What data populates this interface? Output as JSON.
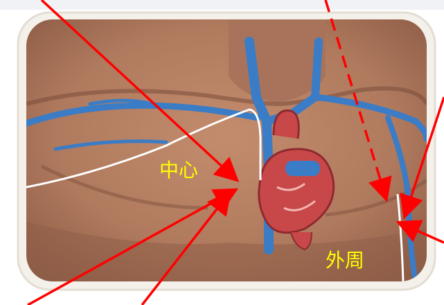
{
  "labels": {
    "center": "中心",
    "peripheral": "外周"
  },
  "colors": {
    "label": "#ffff00",
    "arrow": "#ff0000",
    "vein": "#3a7cc6",
    "catheter": "#ffffff",
    "skin": "#b07a5e",
    "skin_shadow": "#8a5a44",
    "heart": "#c8484a",
    "frame": "#f2eee7"
  },
  "icons": {
    "arrow_head": "arrowhead",
    "heart": "heart-illustration"
  }
}
